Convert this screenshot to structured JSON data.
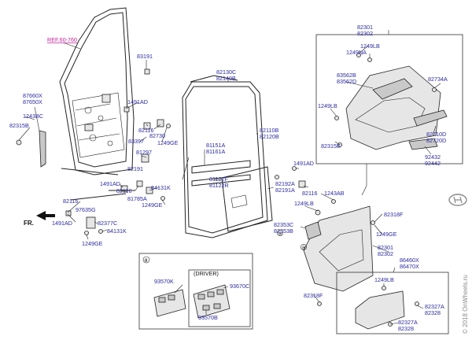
{
  "diagram": {
    "ref_label": "REF.60-760",
    "direction_label": "FR.",
    "labels": {
      "82301_82302_top": [
        "82301",
        "82302"
      ],
      "1249LB_top": "1249LB",
      "1249NA": "1249NA",
      "83562B_83562D": [
        "83562B",
        "83562D"
      ],
      "82734A": "82734A",
      "1249LB_mid": "1249LB",
      "82710D_82720D": [
        "82710D",
        "82720D"
      ],
      "82315E": "82315E",
      "92432_92442": [
        "92432",
        "92442"
      ],
      "87660X_87650X": [
        "87660X",
        "87650X"
      ],
      "1243BC": "1243BC",
      "82315B": "82315B",
      "83191": "83191",
      "1491AD_a": "1491AD",
      "82116_a": "82116",
      "82730": "82730",
      "83397": "83397",
      "1249GE_a": "1249GE",
      "81297": "81297",
      "82191": "82191",
      "1491AD_b": "1491AD",
      "82116_b": "82116",
      "81785A": "81785A",
      "84131K_a": "84131K",
      "1249GE_b": "1249GE",
      "82116_c": "82116",
      "97635G": "97635G",
      "1491AD_c": "1491AD",
      "82377C": "82377C",
      "84131K_b": "84131K",
      "1249GE_c": "1249GE",
      "82130C_82140B": [
        "82130C",
        "82140B"
      ],
      "82110B_82120B": [
        "82110B",
        "82120B"
      ],
      "81151A_81161A": [
        "81151A",
        "81161A"
      ],
      "81122F_81122R": [
        "81122F",
        "81122R"
      ],
      "82192A_82191A": [
        "82192A",
        "82191A"
      ],
      "1491AD_d": "1491AD",
      "82116_d": "82116",
      "1243AB": "1243AB",
      "1249LB_low": "1249LB",
      "82353C_82353B": [
        "82353C",
        "82353B"
      ],
      "82318F_a": "82318F",
      "1249GE_d": "1249GE",
      "82301_82302_low": [
        "82301",
        "82302"
      ],
      "86460X_86470X": [
        "86460X",
        "86470X"
      ],
      "1249LB_right": "1249LB",
      "82318F_b": "82318F",
      "82327A_82328_a": [
        "82327A",
        "82328"
      ],
      "82327A_82328_b": [
        "82327A",
        "82328"
      ]
    },
    "inset": {
      "circle_letter": "a",
      "driver_label": "(DRIVER)",
      "part_93570K": "93570K",
      "part_93670C": "93670C",
      "part_93570B": "93570B"
    },
    "callout_a": [
      "a",
      "a"
    ],
    "watermark": "© 2018 OnWheels.ru"
  },
  "colors": {
    "label_blue": "#2a2aa0",
    "ref_magenta": "#c0209a",
    "line": "#222222"
  },
  "icons": [
    "hyundai-logo-icon",
    "direction-arrow-icon"
  ]
}
